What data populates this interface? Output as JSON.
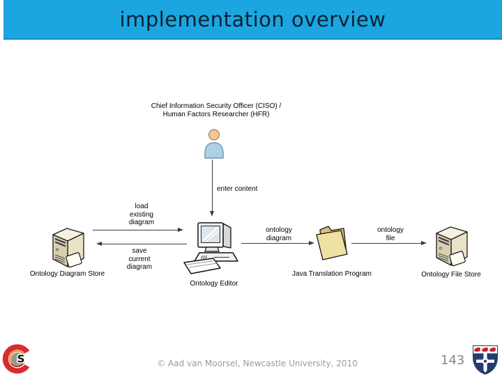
{
  "slide": {
    "title": "implementation overview",
    "footer_credit": "© Aad van Moorsel, Newcastle University, 2010",
    "page_number": "143"
  },
  "colors": {
    "title_bar_bg": "#1ba6e0",
    "title_bar_border": "#0f8cc4",
    "title_text": "#0b2033",
    "diagram_text": "#000000",
    "arrow": "#3a3a3a",
    "footer_text": "#9b9b9b",
    "page_number_text": "#878787",
    "server_icon_beige": "#e7dfc6",
    "folder_icon_tan": "#efe1a4",
    "person_body_blue": "#aed0e6",
    "crest_blue": "#233d72",
    "crest_red": "#c4222c",
    "csr_red": "#d62b31",
    "csr_orange": "#f29224",
    "csr_gray": "#939598"
  },
  "diagram": {
    "actor": {
      "icon": "person-icon",
      "label_line1": "Chief Information Security Officer (CISO) /",
      "label_line2": "Human Factors Researcher (HFR)"
    },
    "nodes": {
      "diagram_store": {
        "icon": "server-icon",
        "label": "Ontology Diagram Store"
      },
      "editor": {
        "icon": "computer-icon",
        "label": "Ontology Editor"
      },
      "java_program": {
        "icon": "folder-icon",
        "label": "Java Translation Program"
      },
      "file_store": {
        "icon": "server-icon",
        "label": "Ontology File Store"
      }
    },
    "edges": {
      "enter_content": {
        "label": "enter content"
      },
      "load": {
        "line1": "load",
        "line2": "existing",
        "line3": "diagram"
      },
      "save": {
        "line1": "save",
        "line2": "current",
        "line3": "diagram"
      },
      "ontology_diagram": {
        "line1": "ontology",
        "line2": "diagram"
      },
      "ontology_file": {
        "line1": "ontology",
        "line2": "file"
      }
    }
  },
  "logos": {
    "csr_letter": "S"
  }
}
